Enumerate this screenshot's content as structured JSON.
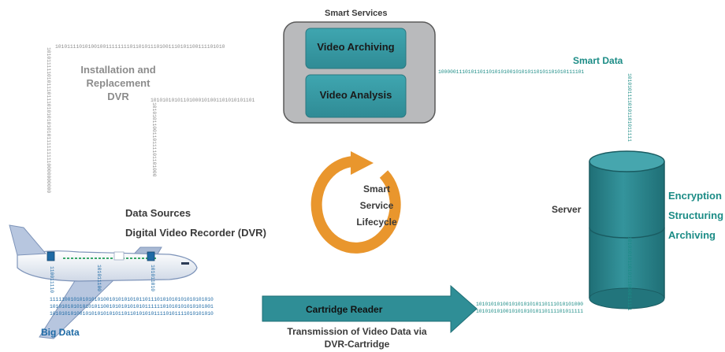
{
  "smart_services": {
    "title": "Smart Services",
    "video_archiving": "Video Archiving",
    "video_analysis": "Video Analysis"
  },
  "installation": {
    "line1": "Installation and",
    "line2": "Replacement",
    "line3": "DVR"
  },
  "smart_data": "Smart Data",
  "lifecycle": {
    "line1": "Smart",
    "line2": "Service",
    "line3": "Lifecycle"
  },
  "data_sources": {
    "line1": "Data Sources",
    "line2": "Digital Video Recorder (DVR)"
  },
  "server": "Server",
  "server_functions": {
    "line1": "Encryption",
    "line2": "Structuring",
    "line3": "Archiving"
  },
  "cartridge_reader": "Cartridge Reader",
  "transmission": {
    "line1": "Transmission of Video Data via",
    "line2": "DVR-Cartridge"
  },
  "big_data": "Big Data",
  "bits": {
    "top_gray": "101011110101001001111111101101011101001110101100111101010",
    "top_gray_vertical": "1010111110101110111010101010101111111110000000000",
    "mid_gray": "10101010101101000101001101010101101",
    "mid_gray_vertical": "1010101100110111101101000",
    "smart_data_row": "1000001110101101101010100101010110101101010111101",
    "smart_data_vertical": "10101011110101101011111",
    "server_bottom_vertical": "1010101011010111000011111",
    "bd_row1": "1111100101010101010010101010101101110101010101010101010",
    "bd_row2": "1010101010101010110010101010101011111101010101010101001",
    "bd_row3": "1010101010010101010101011011010101011110101111010101010",
    "plane_bits1": "110011110",
    "plane_bits2": "101011100",
    "plane_bits3": "101011010",
    "right_row1": "101010101001010101010110111010101000",
    "right_row2": "101010101001010101010110111101011111"
  },
  "colors": {
    "teal_box": "#3a9ea8",
    "gray_box": "#b8b9bb",
    "lifecycle_arrow": "#e9962d",
    "cylinder": "#2e8b93",
    "cartridge_arrow": "#2f8e96",
    "big_data_blue": "#1e6aa5",
    "smart_data_teal": "#1c8c86"
  }
}
